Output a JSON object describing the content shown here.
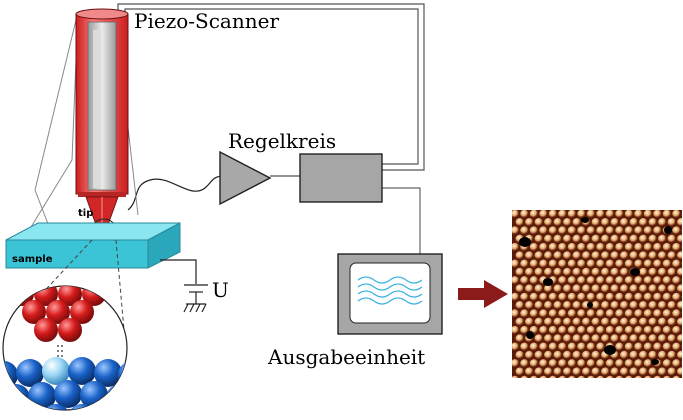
{
  "labels": {
    "scanner": "Piezo-Scanner",
    "controller": "Regelkreis",
    "output": "Ausgabeeinheit",
    "tip": "tip",
    "sample": "sample",
    "voltage": "U"
  },
  "colors": {
    "scanner_body": "#e53c3c",
    "scanner_inner": "#c9c9c9",
    "sample_top": "#8ae6f0",
    "sample_side": "#3bc3d6",
    "box_fill": "#a6a6a6",
    "arrow": "#8b1a1a",
    "red_atoms": "#d51b1b",
    "blue_atoms": "#1a63c9",
    "wave_lines": "#3fb3e0"
  }
}
